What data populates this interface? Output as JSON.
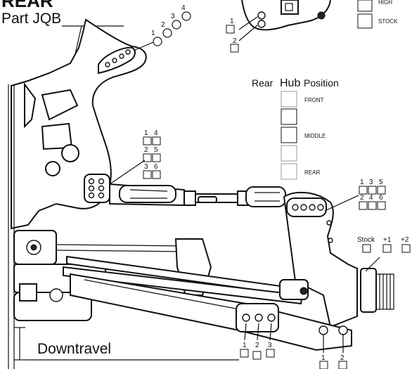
{
  "title_partial": "REAR",
  "part_label": "Part JQB",
  "tower_holes": [
    "1",
    "2",
    "3",
    "4"
  ],
  "top_links": [
    "1",
    "2"
  ],
  "height_legend": {
    "high": "HIGH",
    "stock": "STOCK"
  },
  "hub": {
    "title_rear": "Rear",
    "title_hub": "Hub",
    "title_position": "Position",
    "front": "FRONT",
    "middle": "MIDDLE",
    "rear": "REAR"
  },
  "inner_grid": {
    "row1": [
      "1",
      "4"
    ],
    "row2": [
      "2",
      "5"
    ],
    "row3": [
      "3",
      "6"
    ]
  },
  "outer_grid": {
    "row1": [
      "1",
      "3",
      "5"
    ],
    "row2": [
      "2",
      "4",
      "6"
    ]
  },
  "hub_height": {
    "stock": "Stock",
    "plus1": "+1",
    "plus2": "+2"
  },
  "arm_holes": [
    "1",
    "2",
    "3"
  ],
  "wishbone_holes": [
    "1",
    "2"
  ],
  "downtravel": "Downtravel"
}
